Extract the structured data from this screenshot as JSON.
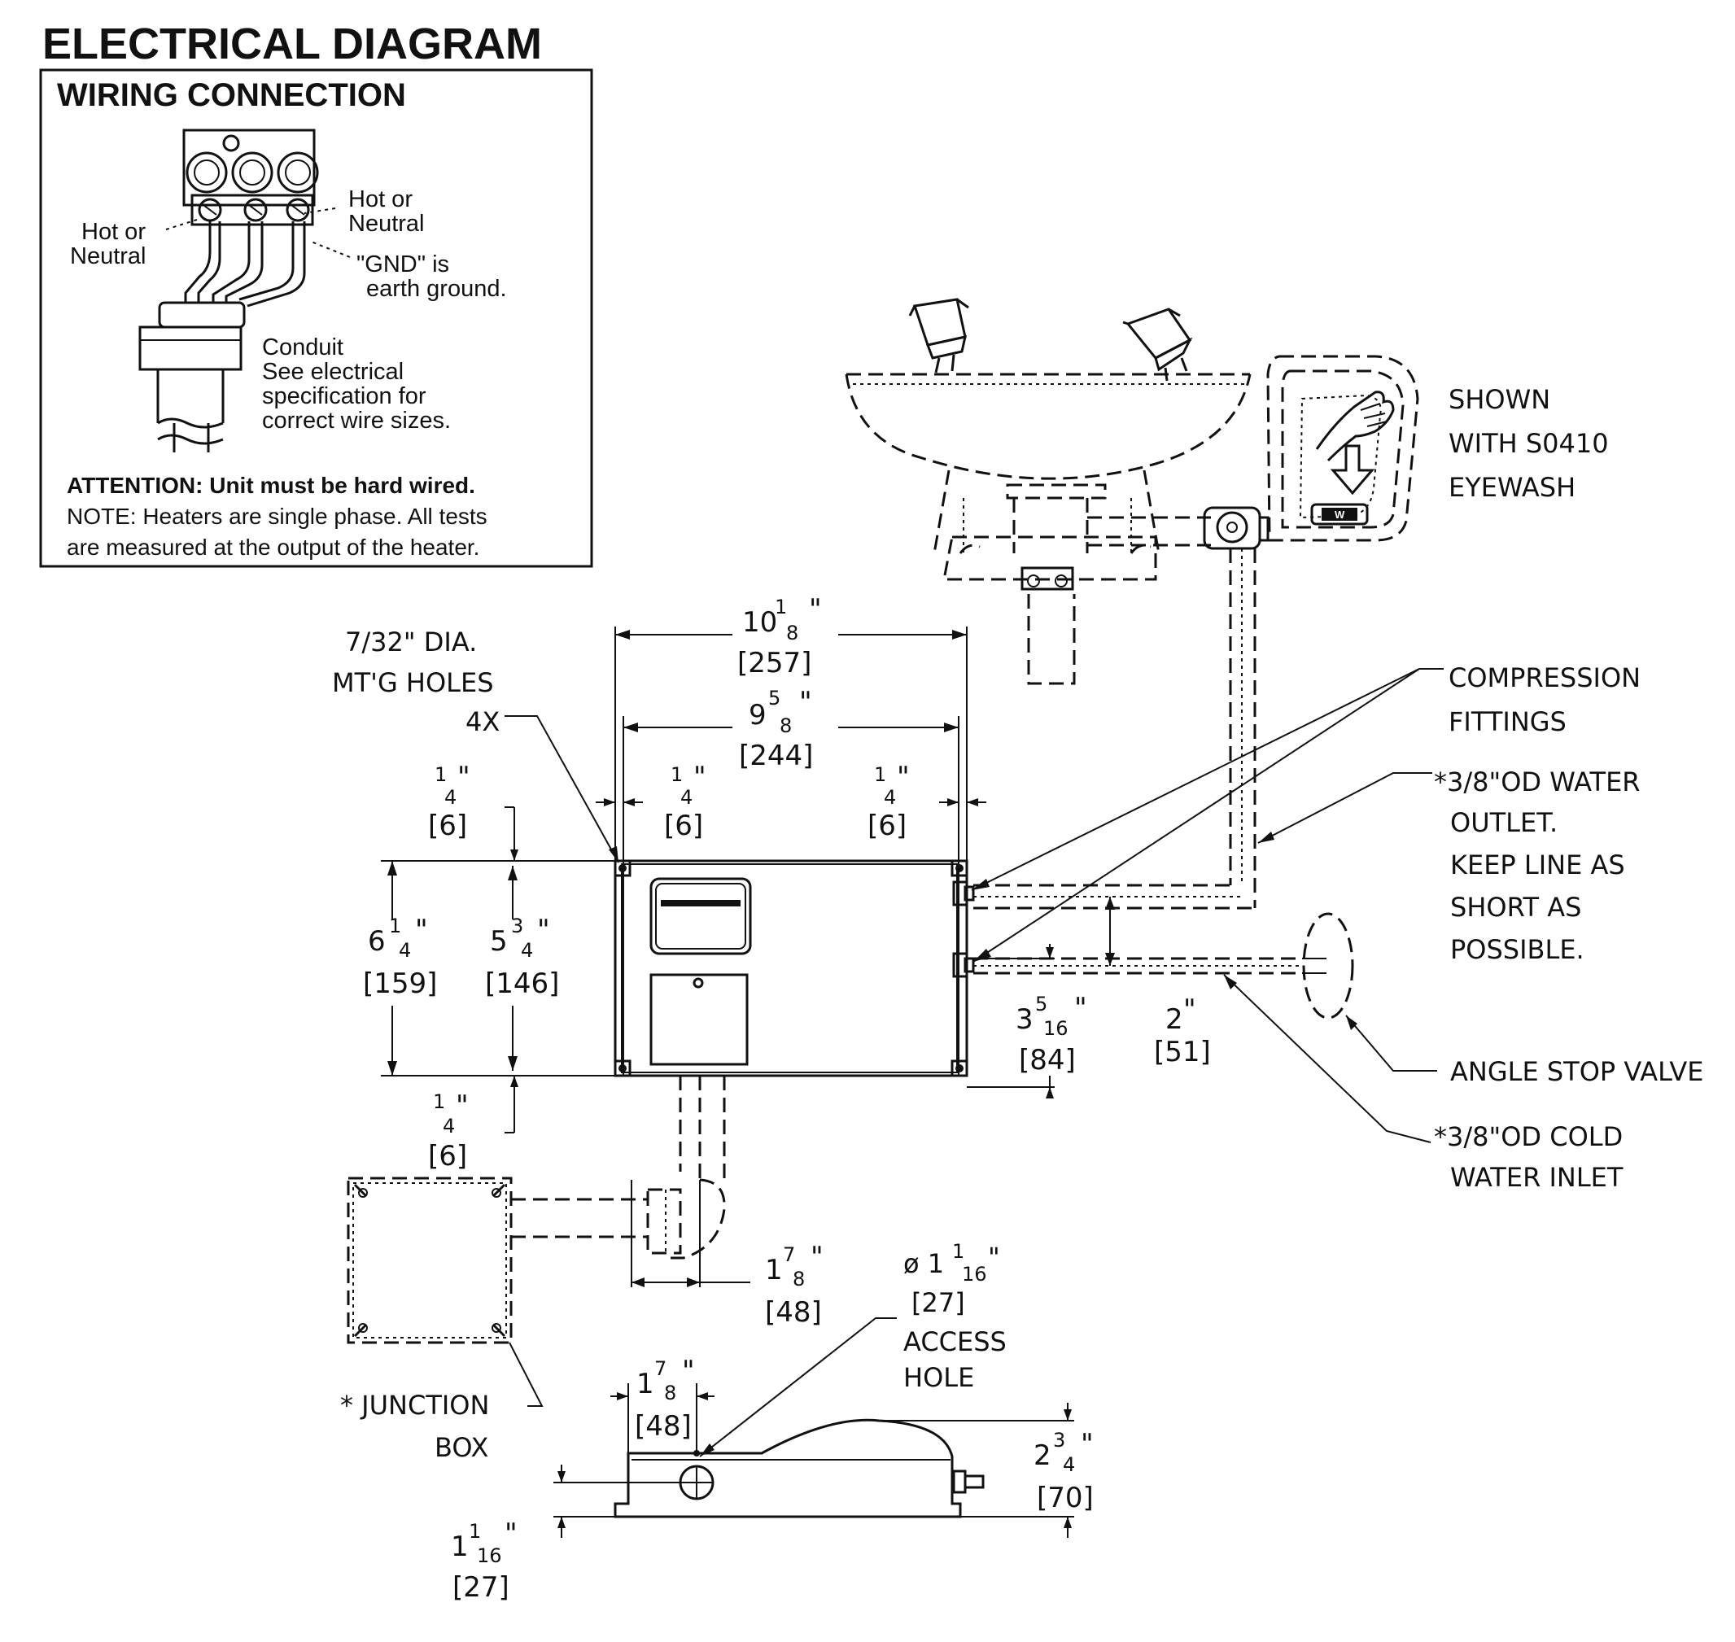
{
  "title": "ELECTRICAL DIAGRAM",
  "wiring": {
    "heading": "WIRING CONNECTION",
    "hot_right_1": "Hot or",
    "hot_right_2": "Neutral",
    "hot_left_1": "Hot or",
    "hot_left_2": "Neutral",
    "gnd_1": "\"GND\" is",
    "gnd_2": "earth ground.",
    "conduit_1": "Conduit",
    "conduit_2": "See electrical",
    "conduit_3": "specification for",
    "conduit_4": "correct wire sizes.",
    "attention": "ATTENTION: Unit must be hard wired.",
    "note_1": "NOTE: Heaters are single phase. All tests",
    "note_2": "are measured at the output of the heater."
  },
  "callouts": {
    "shown_1": "SHOWN",
    "shown_2": "WITH S0410",
    "shown_3": "EYEWASH",
    "compression_1": "COMPRESSION",
    "compression_2": "FITTINGS",
    "outlet_1": "*3/8\"OD WATER",
    "outlet_2": "OUTLET.",
    "outlet_3": "KEEP LINE AS",
    "outlet_4": "SHORT AS",
    "outlet_5": "POSSIBLE.",
    "angle_stop": "ANGLE STOP VALVE",
    "cold_1": "*3/8\"OD COLD",
    "cold_2": "WATER INLET",
    "mtg_1": "7/32\" DIA.",
    "mtg_2": "MT'G HOLES",
    "mtg_3": "4X",
    "junction_1": "* JUNCTION",
    "junction_2": "BOX",
    "access_1": "ø 1",
    "access_1_num": "1",
    "access_1_den": "16",
    "access_1_unit": "\"",
    "access_2": "[27]",
    "access_3": "ACCESS",
    "access_4": "HOLE",
    "eyewash_plate": "W"
  },
  "dimensions": {
    "w_outer": {
      "whole": "10",
      "num": "1",
      "den": "8",
      "mm": "[257]"
    },
    "w_inner": {
      "whole": "9",
      "num": "5",
      "den": "8",
      "mm": "[244]"
    },
    "off_left": {
      "num": "1",
      "den": "4",
      "mm": "[6]"
    },
    "off_mid": {
      "num": "1",
      "den": "4",
      "mm": "[6]"
    },
    "off_right": {
      "num": "1",
      "den": "4",
      "mm": "[6]"
    },
    "h_outer": {
      "whole": "6",
      "num": "1",
      "den": "4",
      "mm": "[159]"
    },
    "h_inner": {
      "whole": "5",
      "num": "3",
      "den": "4",
      "mm": "[146]"
    },
    "off_bottom": {
      "num": "1",
      "den": "4",
      "mm": "[6]"
    },
    "inlet_h": {
      "whole": "3",
      "num": "5",
      "den": "16",
      "mm": "[84]"
    },
    "port_gap": {
      "whole": "2",
      "mm": "[51]"
    },
    "pipe_w": {
      "whole": "1",
      "num": "7",
      "den": "8",
      "mm": "[48]"
    },
    "side_pos": {
      "whole": "1",
      "num": "7",
      "den": "8",
      "mm": "[48]"
    },
    "side_h": {
      "whole": "2",
      "num": "3",
      "den": "4",
      "mm": "[70]"
    },
    "side_base": {
      "whole": "1",
      "num": "1",
      "den": "16",
      "mm": "[27]"
    }
  }
}
